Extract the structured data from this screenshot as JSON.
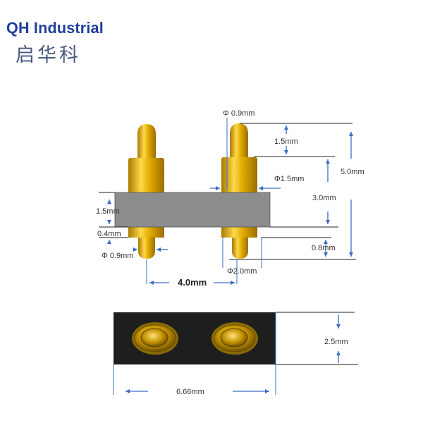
{
  "logo": {
    "english": "QH Industrial",
    "chinese": "启华科"
  },
  "side_view": {
    "labels": {
      "tip_diameter": "Φ 0.9mm",
      "tip_height": "1.5mm",
      "barrel_diameter": "Φ1.5mm",
      "total_height": "5.0mm",
      "upper_height": "3.0mm",
      "body_thickness": "1.5mm",
      "collar_height": "0.4mm",
      "bottom_diameter": "Φ 0.9mm",
      "bottom_height": "0.8mm",
      "collar_diameter": "Φ2.0mm",
      "pitch": "4.0mm"
    }
  },
  "bottom_view": {
    "labels": {
      "width": "6.66mm",
      "height": "2.5mm"
    }
  },
  "colors": {
    "gold": "#d9a400",
    "body_gray": "#8c8c8c",
    "bottom_black": "#1e1e1e",
    "dimension_blue": "#3b6cc4",
    "logo_blue": "#1f3f9a"
  }
}
